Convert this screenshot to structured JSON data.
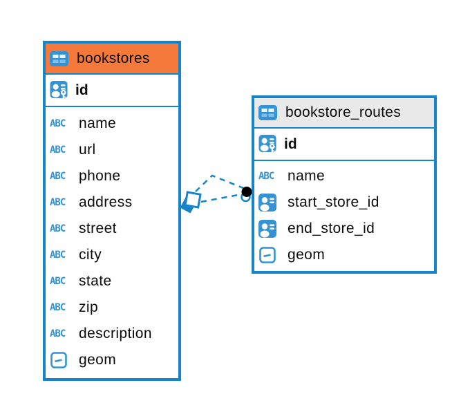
{
  "colors": {
    "accent_blue": "#1584C9",
    "icon_blue": "#3493D3",
    "bookstores_header": "#F5793B",
    "bookstore_routes_header": "#E9E9E9",
    "relationship_line": "#1584C9",
    "endpoint_dot": "#000000",
    "text": "#0B0B0B"
  },
  "icons": {
    "text_type_glyph": "ABC",
    "table_icon": "grid-table",
    "primary_key_icon": "person-with-key",
    "foreign_key_icon": "person-card",
    "geometry_icon": "square-with-dash"
  },
  "tables": [
    {
      "name": "bookstores",
      "columns": [
        {
          "name": "id",
          "type": "primary-key"
        },
        {
          "name": "name",
          "type": "text"
        },
        {
          "name": "url",
          "type": "text"
        },
        {
          "name": "phone",
          "type": "text"
        },
        {
          "name": "address",
          "type": "text"
        },
        {
          "name": "street",
          "type": "text"
        },
        {
          "name": "city",
          "type": "text"
        },
        {
          "name": "state",
          "type": "text"
        },
        {
          "name": "zip",
          "type": "text"
        },
        {
          "name": "description",
          "type": "text"
        },
        {
          "name": "geom",
          "type": "geometry"
        }
      ]
    },
    {
      "name": "bookstore_routes",
      "columns": [
        {
          "name": "id",
          "type": "primary-key"
        },
        {
          "name": "name",
          "type": "text"
        },
        {
          "name": "start_store_id",
          "type": "foreign-key"
        },
        {
          "name": "end_store_id",
          "type": "foreign-key"
        },
        {
          "name": "geom",
          "type": "geometry"
        }
      ]
    }
  ],
  "relationships": [
    {
      "from_table": "bookstores",
      "to_table": "bookstore_routes",
      "style": "dashed",
      "line_count": 2
    }
  ]
}
